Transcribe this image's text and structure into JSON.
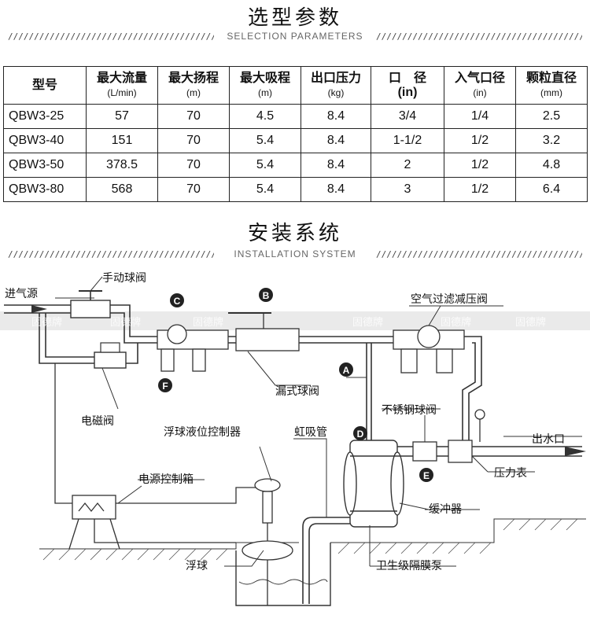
{
  "selection": {
    "title": "选型参数",
    "subtitle": "SELECTION PARAMETERS",
    "slashes": "//////////////////////////////////////////"
  },
  "table": {
    "headers": [
      {
        "label": "型号",
        "unit": ""
      },
      {
        "label": "最大流量",
        "unit": "(L/min)"
      },
      {
        "label": "最大扬程",
        "unit": "(m)"
      },
      {
        "label": "最大吸程",
        "unit": "(m)"
      },
      {
        "label": "出口压力",
        "unit": "(kg)"
      },
      {
        "label": "口　径",
        "unit": "(in)"
      },
      {
        "label": "入气口径",
        "unit": "(in)"
      },
      {
        "label": "颗粒直径",
        "unit": "(mm)"
      }
    ],
    "rows": [
      [
        "QBW3-25",
        "57",
        "70",
        "4.5",
        "8.4",
        "3/4",
        "1/4",
        "2.5"
      ],
      [
        "QBW3-40",
        "151",
        "70",
        "5.4",
        "8.4",
        "1-1/2",
        "1/2",
        "3.2"
      ],
      [
        "QBW3-50",
        "378.5",
        "70",
        "5.4",
        "8.4",
        "2",
        "1/2",
        "4.8"
      ],
      [
        "QBW3-80",
        "568",
        "70",
        "5.4",
        "8.4",
        "3",
        "1/2",
        "6.4"
      ]
    ]
  },
  "installation": {
    "title": "安装系统",
    "subtitle": "INSTALLATION SYSTEM",
    "labels": {
      "air_source": "进气源",
      "manual_valve": "手动球阀",
      "air_filter": "空气过滤减压阀",
      "solenoid": "电磁阀",
      "leak_valve": "漏式球阀",
      "ss_valve": "不锈钢球阀",
      "outlet": "出水口",
      "float_ctrl": "浮球液位控制器",
      "siphon": "虹吸管",
      "pressure_gauge": "压力表",
      "power_box": "电源控制箱",
      "buffer": "缓冲器",
      "float": "浮球",
      "pump": "卫生级隔膜泵"
    },
    "markers": [
      "A",
      "B",
      "C",
      "D",
      "E",
      "F"
    ],
    "watermark": "固德牌"
  }
}
